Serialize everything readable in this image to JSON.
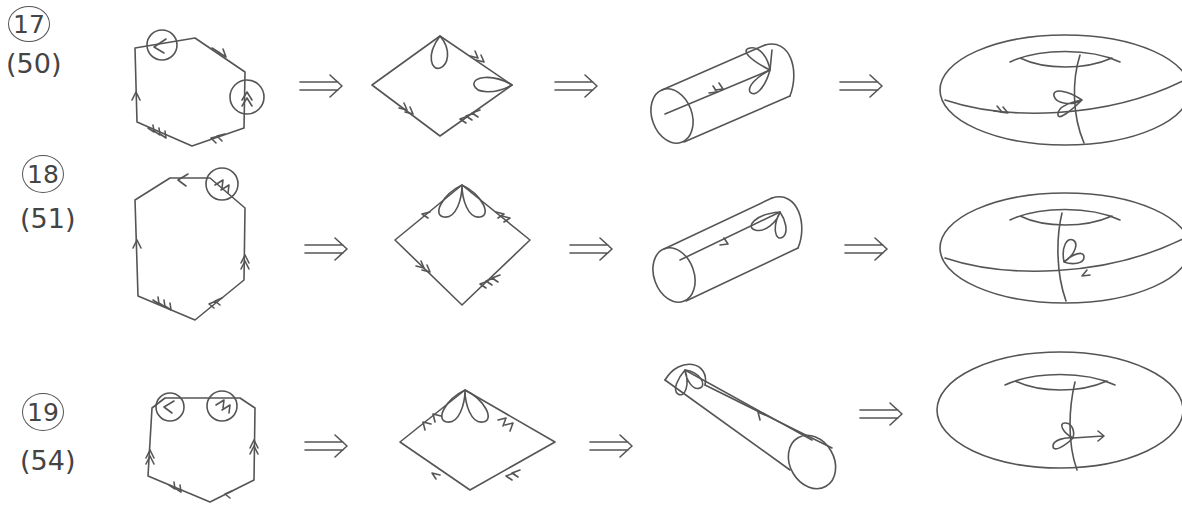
{
  "diagram": {
    "nodes": [
      {
        "text": [
          "17"
        ]
      },
      {
        "text": [
          "18"
        ]
      },
      {
        "text": [
          "19"
        ]
      }
    ],
    "labels": [
      "(50)",
      "(51)",
      "(54)"
    ]
  }
}
